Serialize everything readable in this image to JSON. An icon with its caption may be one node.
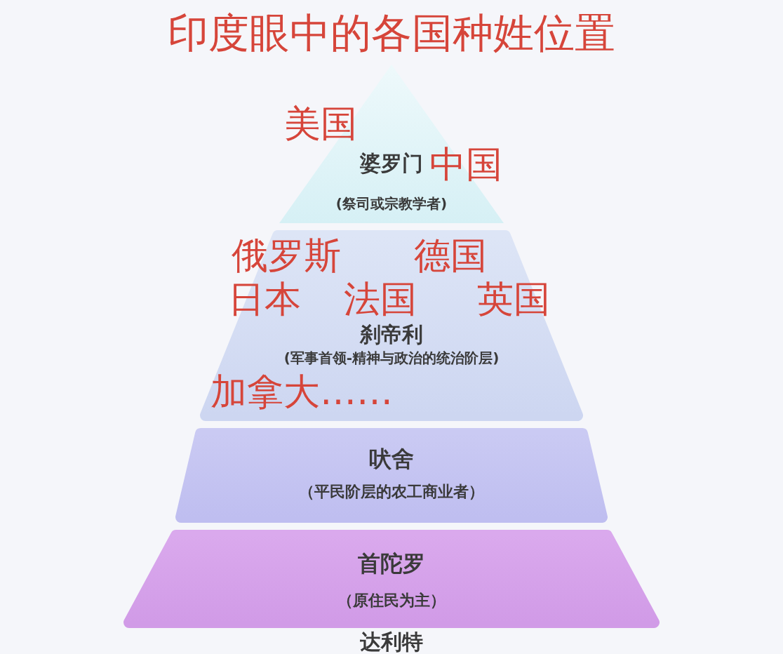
{
  "diagram": {
    "title": "印度眼中的各国种姓位置",
    "nodes": [
      {
        "text": [
          "美国",
          "婆罗门",
          "中国",
          "(祭司或宗教学者)"
        ]
      },
      {
        "text": [
          "俄罗斯",
          "德国",
          "日本",
          "法国",
          "英国",
          "刹帝利",
          "(军事首领-精神与政治的统治阶层)",
          "加拿大……"
        ]
      },
      {
        "text": [
          "吠舍",
          "（平民阶层的农工商业者）"
        ]
      },
      {
        "text": [
          "首陀罗",
          "（原住民为主）"
        ]
      }
    ],
    "labels": [
      "达利特"
    ]
  }
}
